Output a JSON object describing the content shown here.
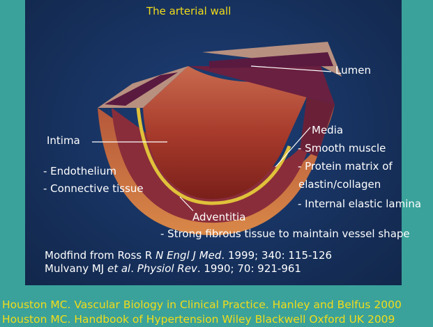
{
  "title": "The arterial wall",
  "labels": {
    "lumen": "Lumen",
    "intima": "Intima",
    "intima_sub_1": "- Endothelium",
    "intima_sub_2": "- Connective tissue",
    "media": "Media",
    "media_sub_1": "- Smooth muscle",
    "media_sub_2": "- Protein matrix of",
    "media_sub_3": "elastin/collagen",
    "media_sub_4": "- Internal elastic lamina",
    "adventitia": "Adventitia",
    "adventitia_sub_1": "- Strong fibrous tissue to maintain vessel shape"
  },
  "citations": {
    "ross": {
      "pre": "Modfind from Ross R ",
      "journal": "N Engl J Med",
      "post": ". 1999; 340: 115-126"
    },
    "mulvany": {
      "pre": "Mulvany MJ ",
      "etal": "et al",
      "mid": ". ",
      "journal": "Physiol Rev",
      "post": ". 1990; 70: 921-961"
    }
  },
  "footer": {
    "line1": "Houston MC. Vascular Biology in Clinical Practice. Hanley and Belfus 2000",
    "line2": "Houston MC. Handbook of Hypertension Wiley Blackwell Oxford UK 2009"
  },
  "colors": {
    "background": "#3aa29a",
    "panel": "#17325f",
    "accent_text": "#f2dc1a"
  }
}
